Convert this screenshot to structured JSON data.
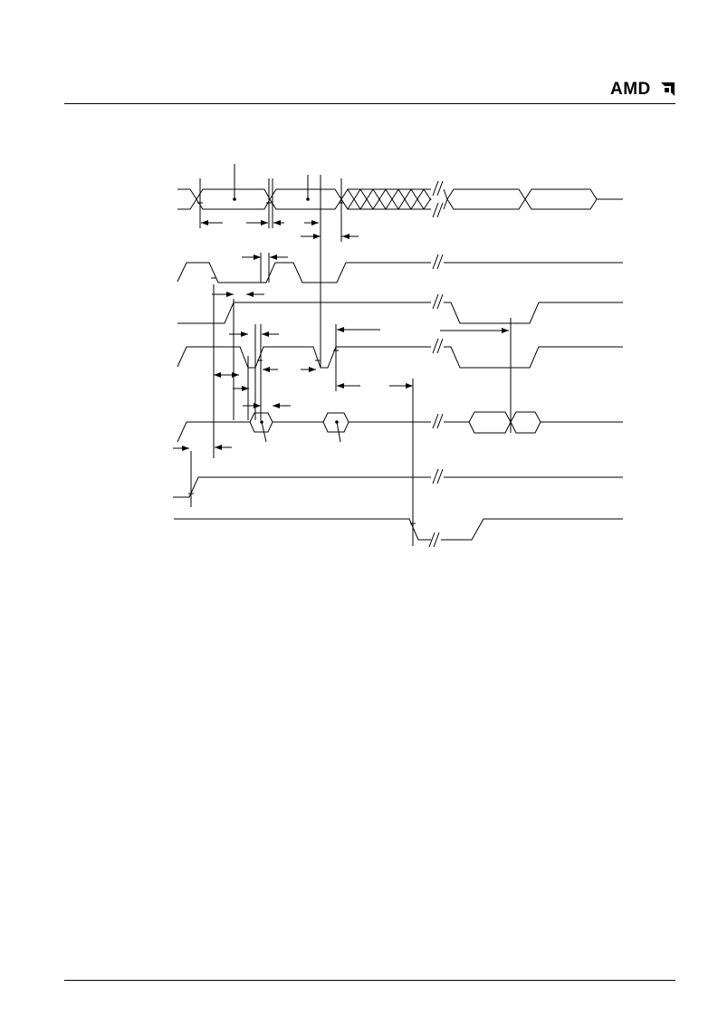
{
  "header": {
    "logo_text": "AMD",
    "logo_icon": "amd-arrow-icon"
  },
  "diagram": {
    "description_note": "",
    "signals": [
      {
        "id": "address-bus",
        "shape": "bus"
      },
      {
        "id": "ce-n",
        "shape": "single"
      },
      {
        "id": "oe-n",
        "shape": "single"
      },
      {
        "id": "we-n",
        "shape": "single"
      },
      {
        "id": "data-bus",
        "shape": "bus"
      },
      {
        "id": "vcc",
        "shape": "single"
      },
      {
        "id": "ry-by-n",
        "shape": "single"
      }
    ],
    "break_marker": "//"
  },
  "colors": {
    "ink": "#000000",
    "page": "#ffffff"
  }
}
